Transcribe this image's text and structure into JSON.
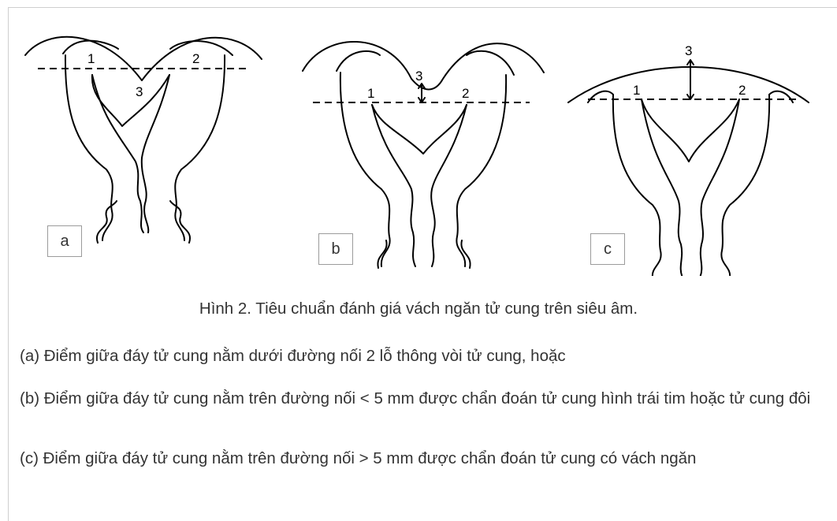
{
  "figures": [
    {
      "label": "a",
      "points": [
        "1",
        "2",
        "3"
      ]
    },
    {
      "label": "b",
      "points": [
        "1",
        "2",
        "3"
      ]
    },
    {
      "label": "c",
      "points": [
        "1",
        "2",
        "3"
      ]
    }
  ],
  "caption": "Hình 2. Tiêu chuẩn đánh giá vách ngăn tử cung trên siêu âm.",
  "paragraphs": {
    "a": "(a) Điểm giữa đáy tử cung nằm dưới đường nối 2 lỗ thông vòi tử cung, hoặc",
    "b": "(b) Điểm giữa đáy tử cung nằm trên đường nối < 5 mm được chẩn đoán tử cung hình trái tim hoặc tử cung đôi",
    "c": "(c) Điểm giữa đáy tử cung nằm trên đường nối > 5 mm được chẩn đoán tử cung có vách ngăn"
  }
}
